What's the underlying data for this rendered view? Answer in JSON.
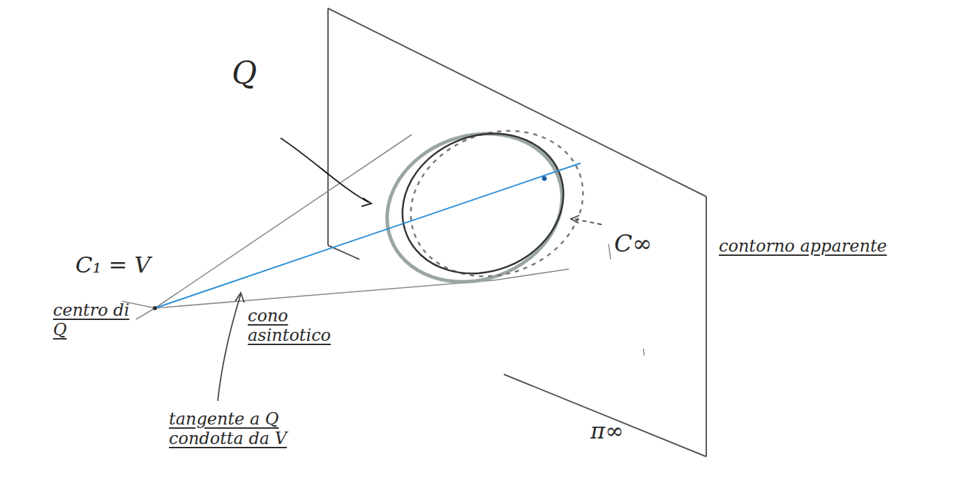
{
  "diagram": {
    "labels": [
      "Q",
      "C₁ = V",
      "centro di Q",
      "cono asintotico",
      "tangente a Q condotta da V",
      "C∞",
      "contorno apparente",
      "π∞"
    ]
  }
}
